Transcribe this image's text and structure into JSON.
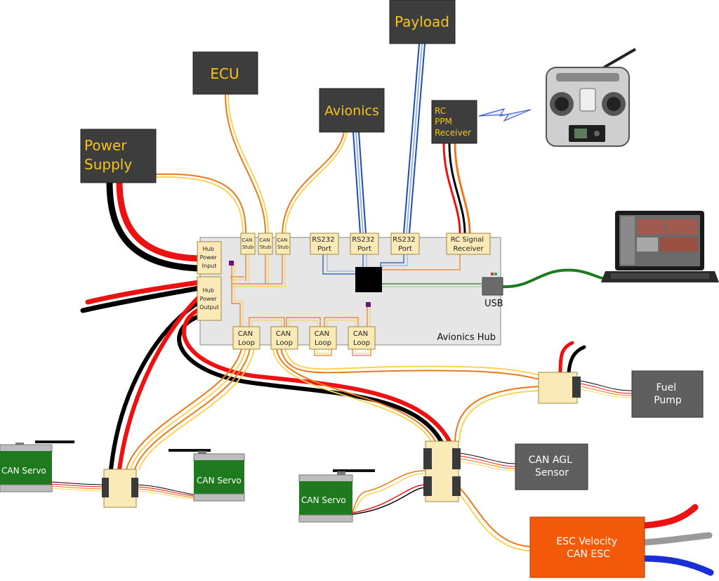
{
  "boxes": {
    "payload": "Payload",
    "ecu": "ECU",
    "avionics": "Avionics",
    "power_supply_line1": "Power",
    "power_supply_line2": "Supply",
    "rc_ppm_line1": "RC",
    "rc_ppm_line2": "PPM",
    "rc_ppm_line3": "Receiver"
  },
  "hub": {
    "title": "Avionics Hub",
    "usb_label": "USB",
    "power_input": [
      "Hub",
      "Power",
      "Input"
    ],
    "power_output": [
      "Hub",
      "Power",
      "Output"
    ],
    "can_stubs": [
      {
        "line1": "CAN",
        "line2": "Stub"
      },
      {
        "line1": "CAN",
        "line2": "Stub"
      },
      {
        "line1": "CAN",
        "line2": "Stub"
      }
    ],
    "rs232_ports": [
      {
        "line1": "RS232",
        "line2": "Port"
      },
      {
        "line1": "RS232",
        "line2": "Port"
      },
      {
        "line1": "RS232",
        "line2": "Port"
      }
    ],
    "rc_signal": {
      "line1": "RC Signal",
      "line2": "Receiver"
    },
    "can_loops": [
      {
        "line1": "CAN",
        "line2": "Loop"
      },
      {
        "line1": "CAN",
        "line2": "Loop"
      },
      {
        "line1": "CAN",
        "line2": "Loop"
      },
      {
        "line1": "CAN",
        "line2": "Loop"
      }
    ]
  },
  "devices": {
    "servo_left": "CAN Servo",
    "servo_mid": "CAN Servo",
    "servo_bottom": "CAN Servo",
    "fuel_pump_line1": "Fuel",
    "fuel_pump_line2": "Pump",
    "agl_line1": "CAN AGL",
    "agl_line2": "Sensor",
    "esc_line1": "ESC Velocity",
    "esc_line2": "CAN ESC"
  },
  "colors": {
    "dark_box": "#3d3d3d",
    "box_text": "#f5c518",
    "hub_bg": "#e6e6e6",
    "port_bg": "#faeab8",
    "servo_green": "#1f7a1f",
    "esc_orange": "#f25a0a",
    "gray_box": "#5f5f5f",
    "wire_orange": "#ec7a1c",
    "wire_yellow": "#fcd35a",
    "wire_red": "#ee1111",
    "wire_blue": "#1b4fb5",
    "wire_green": "#1e7a1e"
  },
  "icons": [
    "rc-transmitter-icon",
    "laptop-icon",
    "wireless-signal-icon"
  ]
}
